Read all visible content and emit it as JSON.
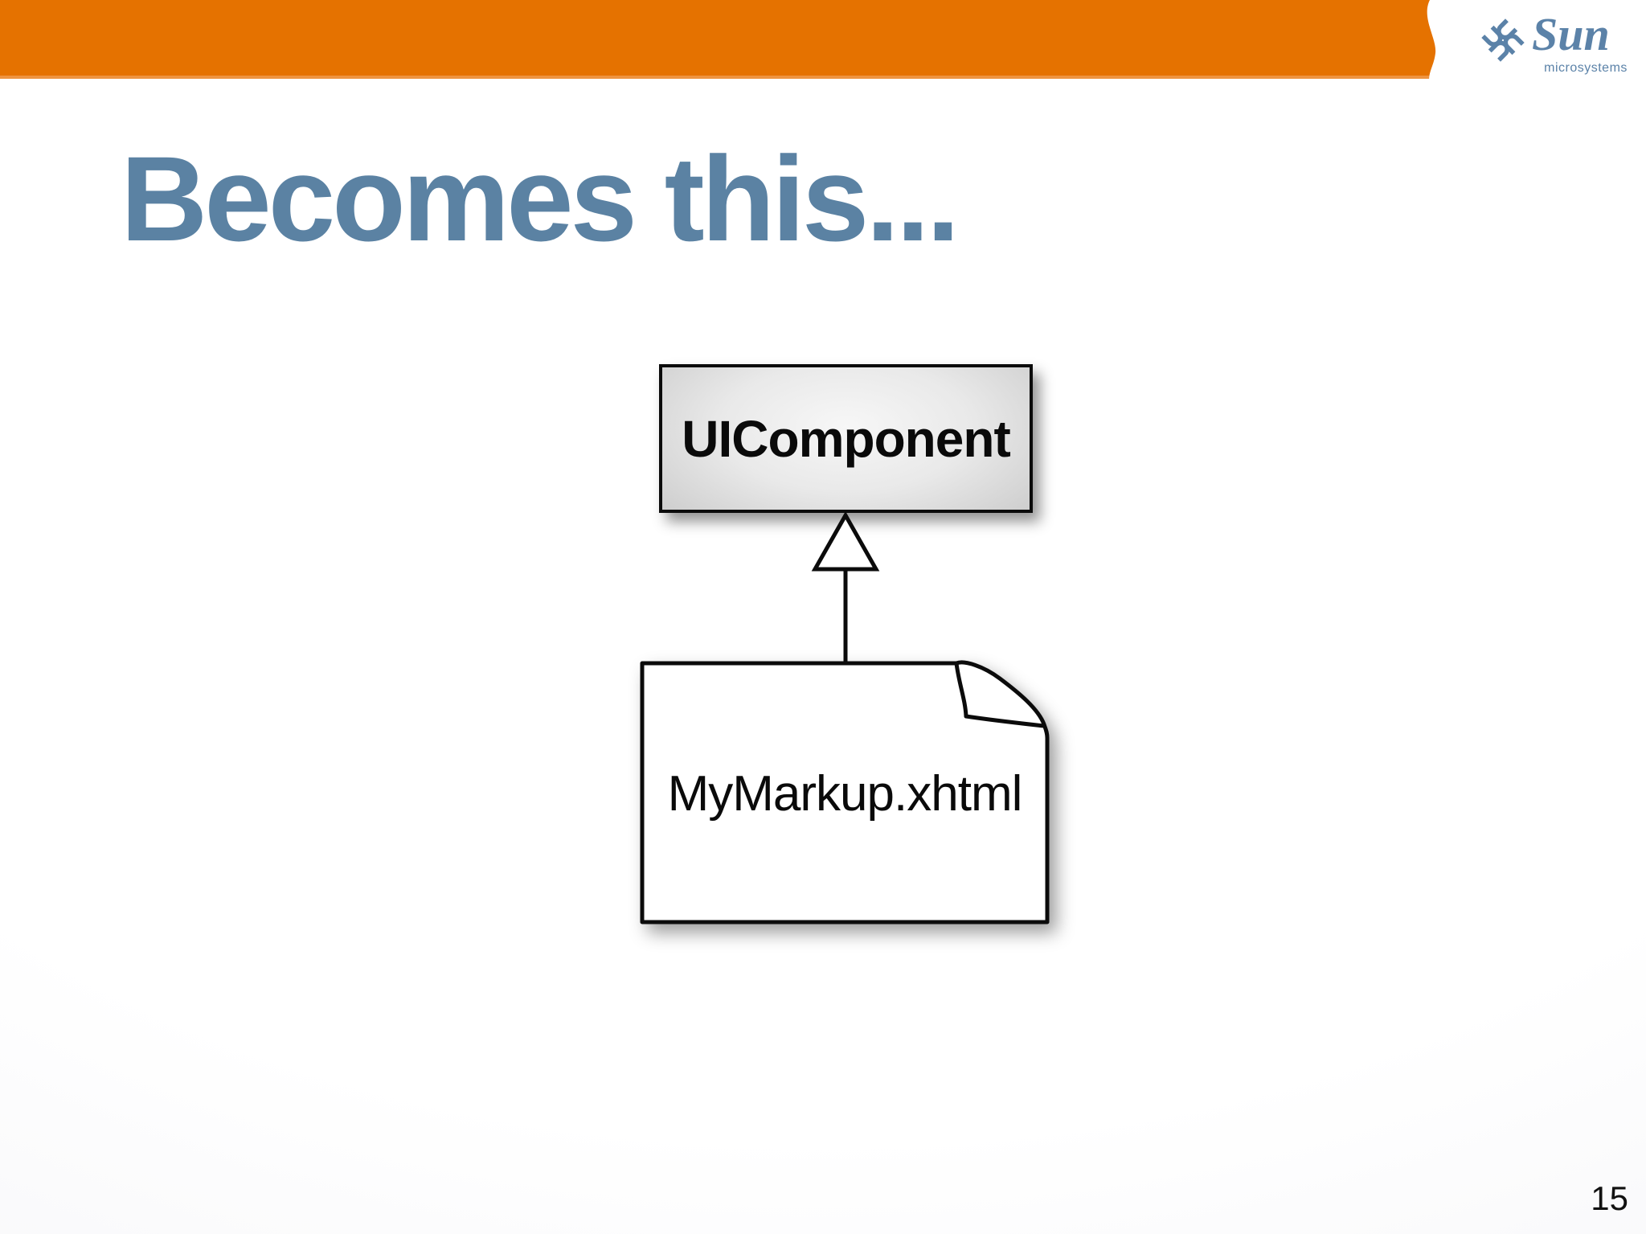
{
  "header": {
    "logo": {
      "brand": "Sun",
      "tagline": "microsystems"
    }
  },
  "slide": {
    "title": "Becomes this...",
    "page_number": "15"
  },
  "diagram": {
    "class_box": {
      "label": "UIComponent"
    },
    "document": {
      "label": "MyMarkup.xhtml"
    }
  },
  "colors": {
    "bar-orange": "#e57200",
    "bar-accent": "#ee9440",
    "title-blue": "#5b82a3",
    "logo-blue": "#5b82a8"
  }
}
